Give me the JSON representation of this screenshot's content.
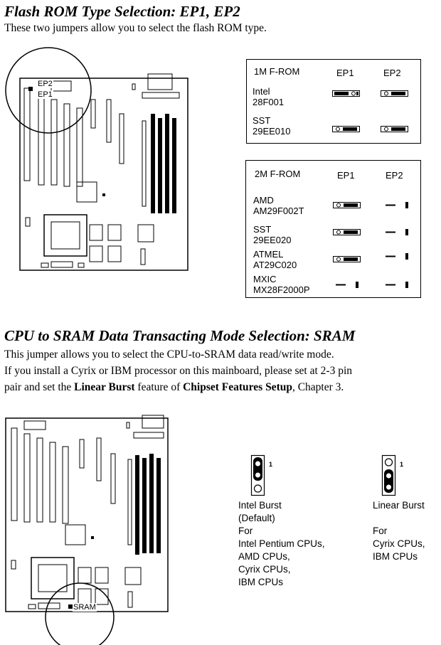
{
  "section1": {
    "title": "Flash ROM Type Selection: EP1, EP2",
    "description": "These two jumpers allow you to select the flash ROM type.",
    "board_labels": {
      "ep2": "EP2",
      "ep1": "EP1"
    },
    "table_1m": {
      "header": "1M  F-ROM",
      "col_ep1": "EP1",
      "col_ep2": "EP2",
      "rows": [
        {
          "vendor": "Intel",
          "part": "28F001"
        },
        {
          "vendor": "SST",
          "part": "29EE010"
        }
      ]
    },
    "table_2m": {
      "header": "2M  F-ROM",
      "col_ep1": "EP1",
      "col_ep2": "EP2",
      "rows": [
        {
          "vendor": "AMD",
          "part": "AM29F002T"
        },
        {
          "vendor": "SST",
          "part": "29EE020"
        },
        {
          "vendor": "ATMEL",
          "part": "AT29C020"
        },
        {
          "vendor": "MXIC",
          "part": "MX28F2000P"
        }
      ]
    }
  },
  "section2": {
    "title": "CPU to SRAM Data Transacting Mode Selection: SRAM",
    "line1": "This jumper allows you to select the CPU-to-SRAM data read/write mode.",
    "line2": "If you install a Cyrix or IBM processor on this mainboard, please set at 2-3 pin",
    "line3_a": "pair and set the ",
    "line3_b": "Linear Burst",
    "line3_c": " feature of ",
    "line3_d": "Chipset Features Setup",
    "line3_e": ", Chapter 3.",
    "board_label": "SRAM",
    "pin_number": "1",
    "option_intel": {
      "name": "Intel Burst",
      "default": "(Default)",
      "for": "For",
      "cpus": [
        "Intel Pentium CPUs,",
        "AMD CPUs,",
        "Cyrix CPUs,",
        "IBM CPUs"
      ]
    },
    "option_linear": {
      "name": "Linear Burst",
      "for": "For",
      "cpus": [
        "Cyrix CPUs,",
        "IBM CPUs"
      ]
    }
  }
}
